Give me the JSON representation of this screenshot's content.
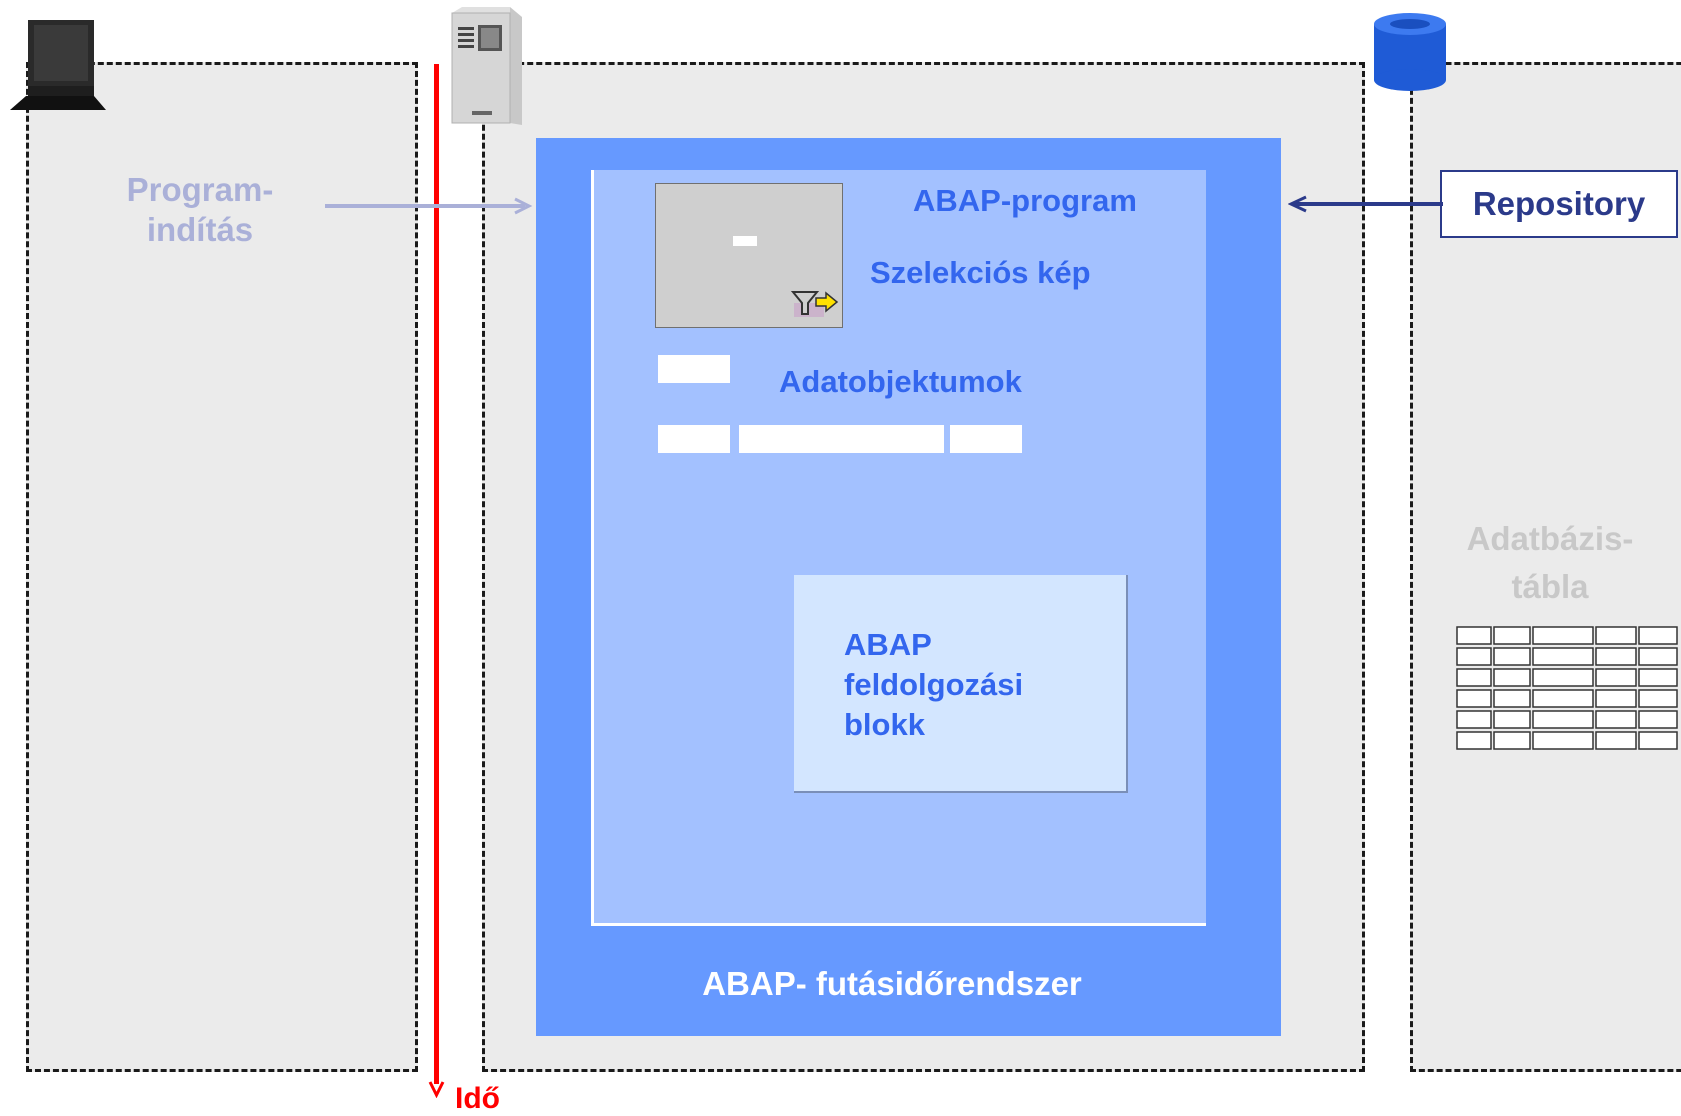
{
  "client": {
    "program_start_line1": "Program-",
    "program_start_line2": "indítás"
  },
  "time": {
    "label": "Idő"
  },
  "runtime": {
    "label": "ABAP- futásidőrendszer",
    "program_title": "ABAP-program",
    "selection_screen": "Szelekciós kép",
    "data_objects": "Adatobjektumok",
    "block_line1": "ABAP",
    "block_line2": "feldolgozási",
    "block_line3": "blokk"
  },
  "database": {
    "repository": "Repository",
    "table_line1": "Adatbázis-",
    "table_line2": "tábla"
  },
  "colors": {
    "runtime_outer": "#6699ff",
    "program_area": "#a3c1ff",
    "block_fill": "#d3e6ff",
    "text_blue": "#3366ee",
    "time_red": "#ff0000",
    "faded_text": "#aab0d8",
    "repository_text": "#2b3a8a"
  }
}
